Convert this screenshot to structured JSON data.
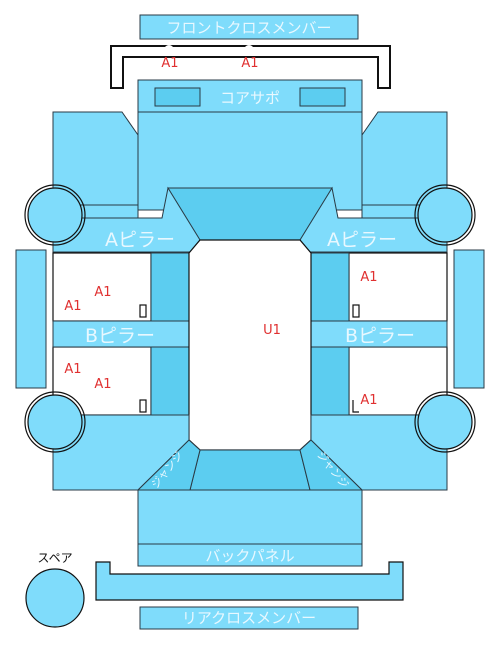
{
  "parts": {
    "front_cross_member": "フロントクロスメンバー",
    "core_support": "コアサポ",
    "a_pillar_left": "Aピラー",
    "a_pillar_right": "Aピラー",
    "b_pillar_left": "Bピラー",
    "b_pillar_right": "Bピラー",
    "back_panel": "バックパネル",
    "rear_cross_member": "リアクロスメンバー",
    "spare": "スペア",
    "corner_left": "ジャンジ",
    "corner_right": "ジャンジ"
  },
  "markers": {
    "front_left": "A1",
    "front_right": "A1",
    "center": "U1",
    "left_upper_a": "A1",
    "left_upper_b": "A1",
    "left_lower_a": "A1",
    "left_lower_b": "A1",
    "right_upper": "A1",
    "right_lower": "A1"
  },
  "colors": {
    "panel": "#7fdcfb",
    "panel_dark": "#5ccdf0",
    "marker": "#e03030"
  }
}
